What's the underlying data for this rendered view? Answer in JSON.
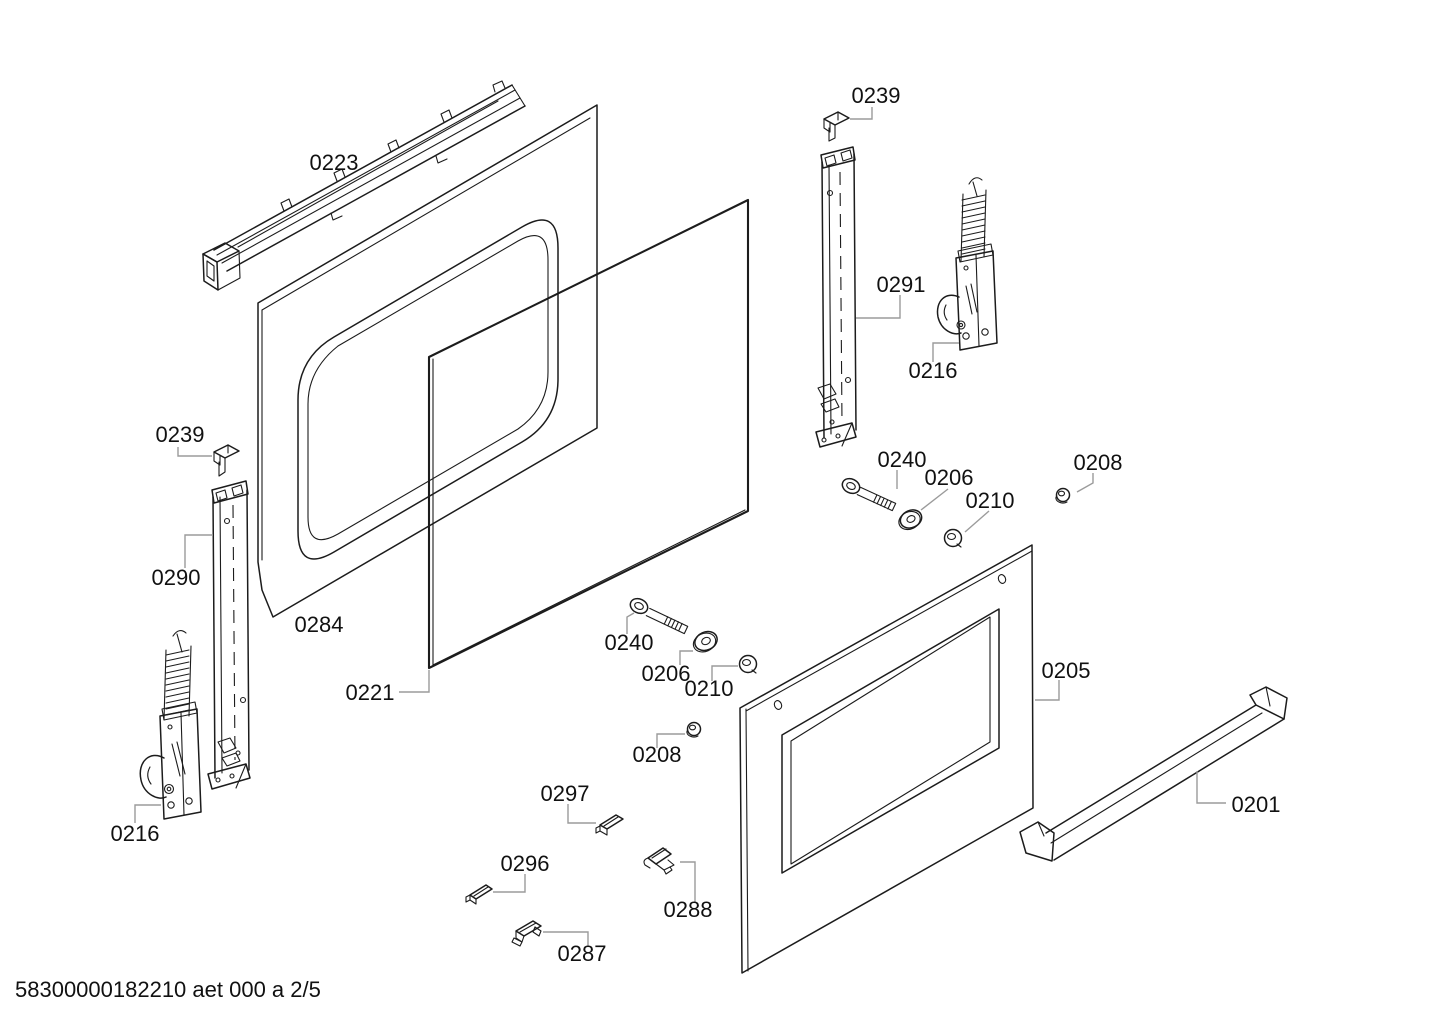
{
  "diagram": {
    "style": {
      "background": "#ffffff",
      "line_color": "#1c1c1c",
      "leader_color": "#9b9b9b",
      "text_color": "#111111"
    },
    "callouts": [
      {
        "part_no": "0223"
      },
      {
        "part_no": "0239"
      },
      {
        "part_no": "0290"
      },
      {
        "part_no": "0216"
      },
      {
        "part_no": "0284"
      },
      {
        "part_no": "0221"
      },
      {
        "part_no": "0239"
      },
      {
        "part_no": "0291"
      },
      {
        "part_no": "0216"
      },
      {
        "part_no": "0240"
      },
      {
        "part_no": "0206"
      },
      {
        "part_no": "0210"
      },
      {
        "part_no": "0208"
      },
      {
        "part_no": "0240"
      },
      {
        "part_no": "0206"
      },
      {
        "part_no": "0210"
      },
      {
        "part_no": "0208"
      },
      {
        "part_no": "0297"
      },
      {
        "part_no": "0296"
      },
      {
        "part_no": "0287"
      },
      {
        "part_no": "0288"
      },
      {
        "part_no": "0205"
      },
      {
        "part_no": "0201"
      }
    ],
    "footer": {
      "doc_ref": "58300000182210 aet 000 a 2/5"
    }
  }
}
